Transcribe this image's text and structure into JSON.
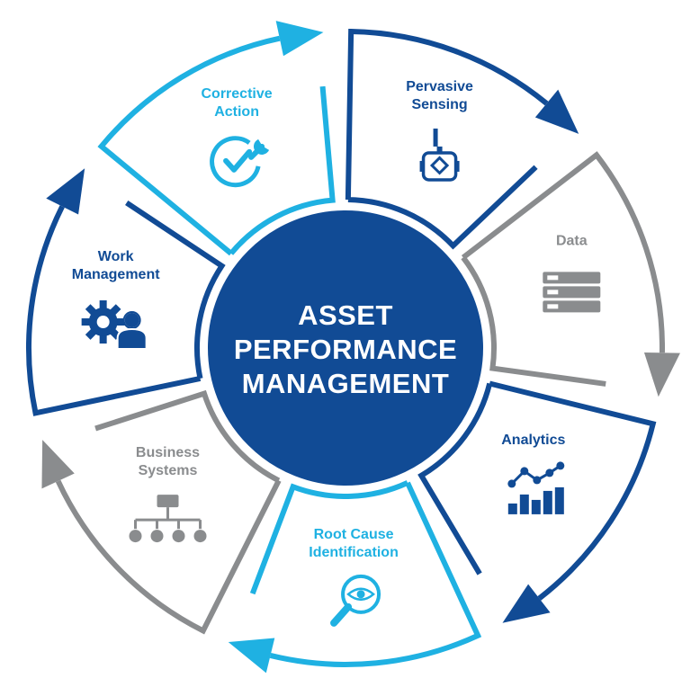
{
  "center": {
    "lines": [
      "ASSET",
      "PERFORMANCE",
      "MANAGEMENT"
    ]
  },
  "colors": {
    "navy": "#114b95",
    "gray": "#8a8c8e",
    "light_blue": "#1fb1e2",
    "white": "#ffffff"
  },
  "segments": [
    {
      "id": "pervasive-sensing",
      "lines": [
        "Pervasive",
        "Sensing"
      ],
      "color": "#114b95",
      "icon": "wireless-transmitter-icon"
    },
    {
      "id": "data",
      "lines": [
        "Data"
      ],
      "color": "#8a8c8e",
      "icon": "server-stack-icon"
    },
    {
      "id": "analytics",
      "lines": [
        "Analytics"
      ],
      "color": "#114b95",
      "icon": "bar-line-chart-icon"
    },
    {
      "id": "root-cause-identification",
      "lines": [
        "Root Cause",
        "Identification"
      ],
      "color": "#1fb1e2",
      "icon": "magnifier-eye-icon"
    },
    {
      "id": "business-systems",
      "lines": [
        "Business",
        "Systems"
      ],
      "color": "#8a8c8e",
      "icon": "hierarchy-icon"
    },
    {
      "id": "work-management",
      "lines": [
        "Work",
        "Management"
      ],
      "color": "#114b95",
      "icon": "gear-person-icon"
    },
    {
      "id": "corrective-action",
      "lines": [
        "Corrective",
        "Action"
      ],
      "color": "#1fb1e2",
      "icon": "check-wrench-icon"
    }
  ]
}
